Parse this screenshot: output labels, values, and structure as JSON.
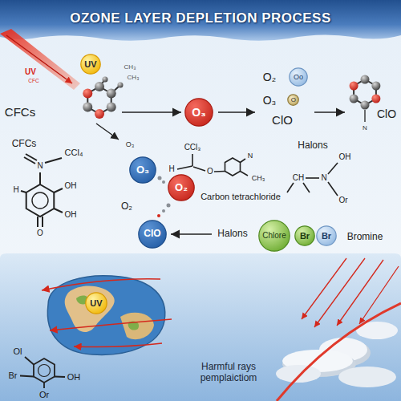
{
  "diagram": {
    "title": "OZONE LAYER DEPLETION PROCESS",
    "nodes": [
      {
        "text": [
          "UV"
        ]
      },
      {
        "text": [
          "O₃"
        ]
      },
      {
        "text": [
          "Oo"
        ]
      },
      {
        "text": [
          "O"
        ]
      },
      {
        "text": [
          "O₃"
        ]
      },
      {
        "text": [
          "O₂"
        ]
      },
      {
        "text": [
          "ClO"
        ]
      },
      {
        "text": [
          "Chlore"
        ]
      },
      {
        "text": [
          "Br"
        ]
      },
      {
        "text": [
          "Br"
        ]
      },
      {
        "text": [
          "UV"
        ]
      }
    ],
    "labels": [
      "UV",
      "CFC",
      "CH₃",
      "CH₃",
      "CFCs",
      "O₂",
      "O₃",
      "ClO",
      "ClO",
      "N",
      "O₃",
      "CFCs",
      "CCl₄",
      "N",
      "H",
      "OH",
      "OH",
      "O",
      "CCl₃",
      "H",
      "O",
      "N",
      "CH₃",
      "Carbon tetrachloride",
      "Halons",
      "OH",
      "CH",
      "N",
      "Or",
      "O₂",
      "Halons",
      "Bromine",
      "Ol",
      "Br",
      "Or",
      "OH",
      "Harmful rays pemplaictiom"
    ]
  }
}
